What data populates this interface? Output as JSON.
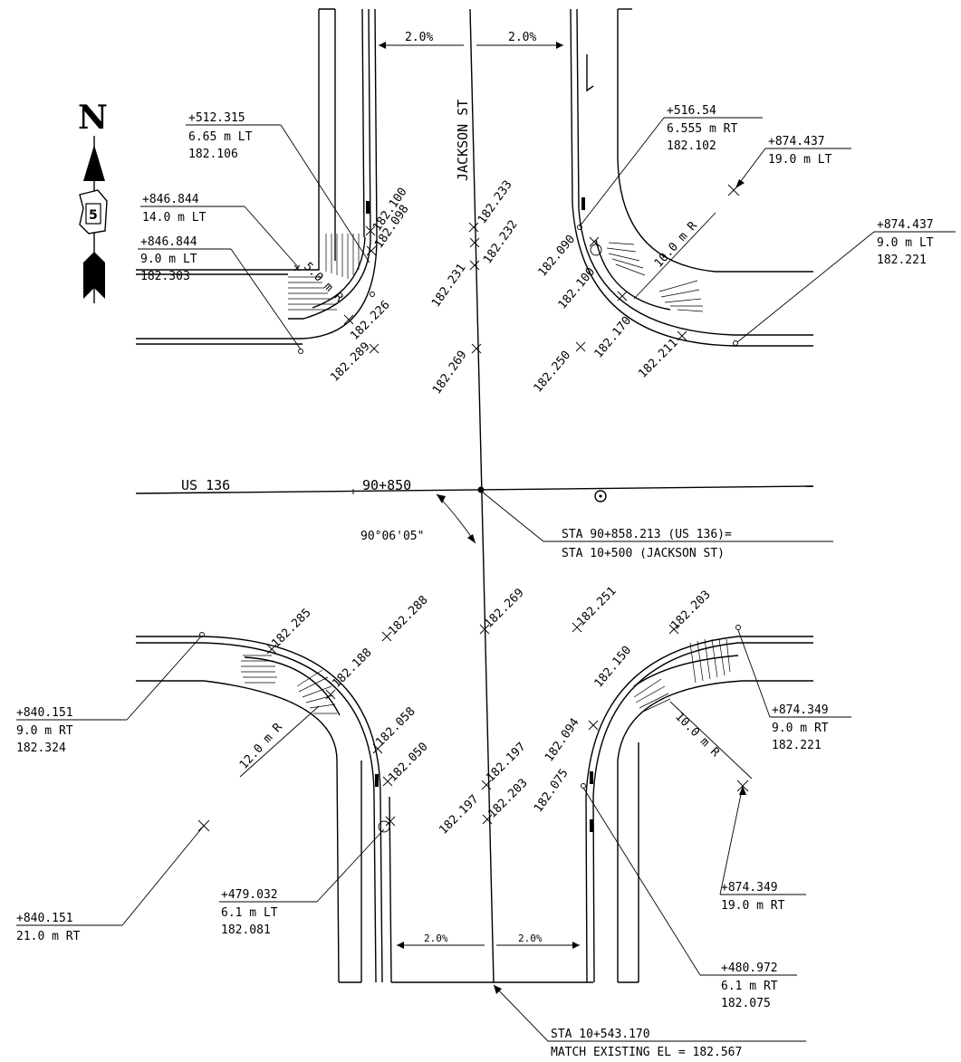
{
  "north": {
    "letter": "N",
    "route_number": "5"
  },
  "road_labels": {
    "vertical": "JACKSON ST",
    "horizontal": "US 136",
    "station": "90+850"
  },
  "angle": "90°06'05\"",
  "slopes": {
    "top_left": "2.0%",
    "top_right": "2.0%",
    "bottom_left": "2.0%",
    "bottom_right": "2.0%"
  },
  "sta_note": {
    "line1": "STA 90+858.213 (US 136)=",
    "line2": "STA 10+500 (JACKSON ST)"
  },
  "match_note": {
    "line1": "STA 10+543.170",
    "line2": "MATCH EXISTING EL = 182.567"
  },
  "callouts": {
    "c512315": {
      "sta": "+512.315",
      "off": "6.65 m LT",
      "el": "182.106"
    },
    "c846844a": {
      "sta": "+846.844",
      "off": "14.0 m LT"
    },
    "c846844b": {
      "sta": "+846.844",
      "off": "9.0 m LT",
      "el": "182.303"
    },
    "c51654": {
      "sta": "+516.54",
      "off": "6.555 m RT",
      "el": "182.102"
    },
    "c874437a": {
      "sta": "+874.437",
      "off": "19.0 m LT"
    },
    "c874437b": {
      "sta": "+874.437",
      "off": "9.0 m LT",
      "el": "182.221"
    },
    "c840151a": {
      "sta": "+840.151",
      "off": "9.0 m RT",
      "el": "182.324"
    },
    "c840151b": {
      "sta": "+840.151",
      "off": "21.0 m RT"
    },
    "c874349a": {
      "sta": "+874.349",
      "off": "9.0 m RT",
      "el": "182.221"
    },
    "c874349b": {
      "sta": "+874.349",
      "off": "19.0 m RT"
    },
    "c479032": {
      "sta": "+479.032",
      "off": "6.1 m LT",
      "el": "182.081"
    },
    "c480972": {
      "sta": "+480.972",
      "off": "6.1 m RT",
      "el": "182.075"
    }
  },
  "radii": {
    "nw": "5.0 m R",
    "ne": "10.0 m R",
    "sw": "12.0 m R",
    "se": "10.0 m R"
  },
  "elevations": {
    "e182100": "182.100",
    "e182098": "182.098",
    "e182226": "182.226",
    "e182289": "182.289",
    "e182233": "182.233",
    "e182232": "182.232",
    "e182231": "182.231",
    "e182269a": "182.269",
    "e182090": "182.090",
    "e182100b": "182.100",
    "e182170": "182.170",
    "e182250": "182.250",
    "e182211": "182.211",
    "e182285": "182.285",
    "e182288": "182.288",
    "e182188": "182.188",
    "e182058": "182.058",
    "e182050": "182.050",
    "e182269b": "182.269",
    "e182251": "182.251",
    "e182203a": "182.203",
    "e182150": "182.150",
    "e182094": "182.094",
    "e182075": "182.075",
    "e182197a": "182.197",
    "e182197b": "182.197",
    "e182203b": "182.203"
  }
}
